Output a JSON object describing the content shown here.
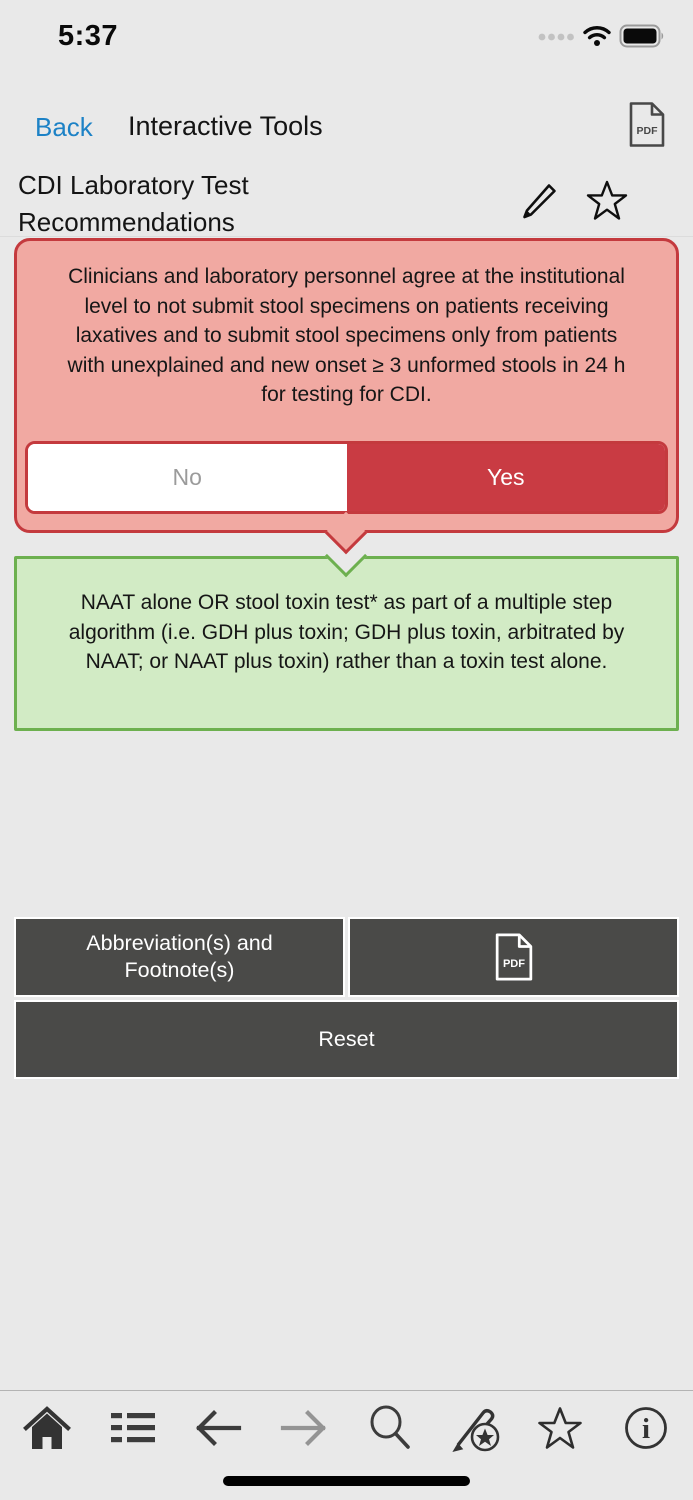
{
  "status_bar": {
    "time": "5:37",
    "icons": [
      "cellular-signal-dots",
      "wifi-icon",
      "battery-icon"
    ]
  },
  "nav": {
    "back_label": "Back",
    "title": "Interactive Tools",
    "pdf_icon_label": "PDF"
  },
  "page": {
    "title": "CDI Laboratory Test Recommendations",
    "edit_icon": "pencil-icon",
    "favorite_icon": "star-icon"
  },
  "question_card": {
    "text": "Clinicians and laboratory personnel agree at the institutional level to not submit stool specimens on patients receiving laxatives and to submit stool specimens only from patients with unexplained and new onset ≥ 3 unformed stools in 24 h for testing for CDI.",
    "options": [
      {
        "label": "No",
        "selected": false
      },
      {
        "label": "Yes",
        "selected": true
      }
    ]
  },
  "answer_card": {
    "text": "NAAT alone OR stool toxin test* as part of a multiple step algorithm (i.e. GDH plus toxin; GDH plus toxin, arbitrated by NAAT; or NAAT plus toxin) rather than a toxin test alone."
  },
  "actions": {
    "abbreviations_label": "Abbreviation(s) and Footnote(s)",
    "pdf_icon_label": "PDF",
    "reset_label": "Reset"
  },
  "toolbar": {
    "icons": [
      "home-icon",
      "contents-list-icon",
      "back-arrow-icon",
      "forward-arrow-icon",
      "search-icon",
      "annotate-icon",
      "favorites-star-icon",
      "info-icon"
    ]
  },
  "colors": {
    "accent_red": "#c43a3e",
    "question_fill": "#f1a9a2",
    "selected_red": "#c93b43",
    "answer_border": "#6db04f",
    "answer_fill": "#d2ebc5",
    "button_dark": "#4a4a48",
    "link_blue": "#1d82c6"
  }
}
